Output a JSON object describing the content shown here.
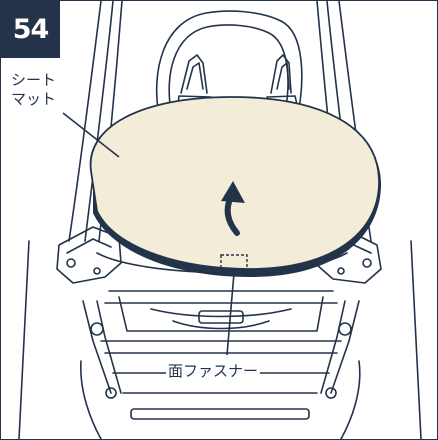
{
  "figure": {
    "step_number": "54",
    "labels": {
      "seat_mat_line1": "シート",
      "seat_mat_line2": "マット",
      "hook_and_loop_fastener": "面ファスナー"
    },
    "colors": {
      "ink": "#23344a",
      "mat_fill": "#f3ecd9",
      "badge_text": "#ffffff"
    },
    "icons": [
      "curved-up-arrow-icon",
      "dashed-fastener-marker-icon"
    ]
  }
}
